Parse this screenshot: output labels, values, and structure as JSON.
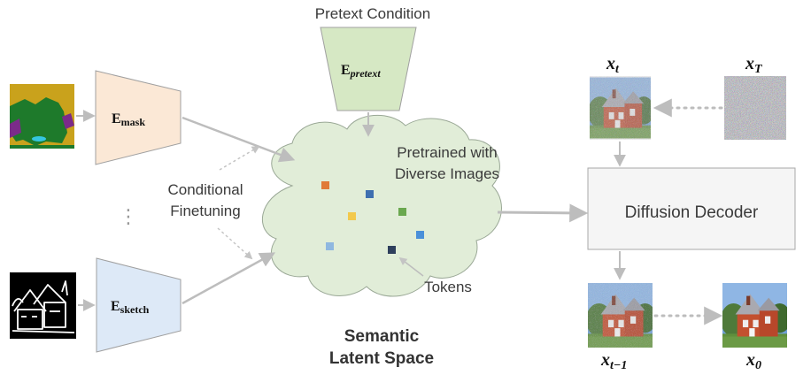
{
  "labels": {
    "pretext_condition": "Pretext Condition",
    "pretrained_line1": "Pretrained with",
    "pretrained_line2": "Diverse Images",
    "conditional_line1": "Conditional",
    "conditional_line2": "Finetuning",
    "tokens": "Tokens",
    "semantic_line1": "Semantic",
    "semantic_line2": "Latent Space",
    "diffusion_decoder": "Diffusion Decoder",
    "ellipsis_vertical": "⋮"
  },
  "encoders": {
    "mask": {
      "base": "E",
      "sub": "mask"
    },
    "sketch": {
      "base": "E",
      "sub": "sketch"
    },
    "pretext": {
      "base": "E",
      "sub": "pretext"
    }
  },
  "math": {
    "x_t": {
      "base": "x",
      "sub": "t"
    },
    "x_T": {
      "base": "x",
      "sub": "T"
    },
    "x_t_minus_1": {
      "base": "x",
      "sub": "t−1"
    },
    "x_0": {
      "base": "x",
      "sub": "0"
    }
  },
  "colors": {
    "mask_encoder": "#fbe8d6",
    "sketch_encoder": "#dde9f7",
    "pretext_encoder": "#d6e8c4",
    "cloud": "#e1edd8",
    "decoder_box": "#f5f5f5",
    "arrow": "#bdbdbd",
    "token_orange": "#e07b39",
    "token_blue": "#3e6fb0",
    "token_yellow": "#f2c94c",
    "token_green": "#6aa84f",
    "token_lightblue": "#4a90d9",
    "token_paleblue": "#8fb8e0",
    "token_navy": "#2e3f5c"
  }
}
